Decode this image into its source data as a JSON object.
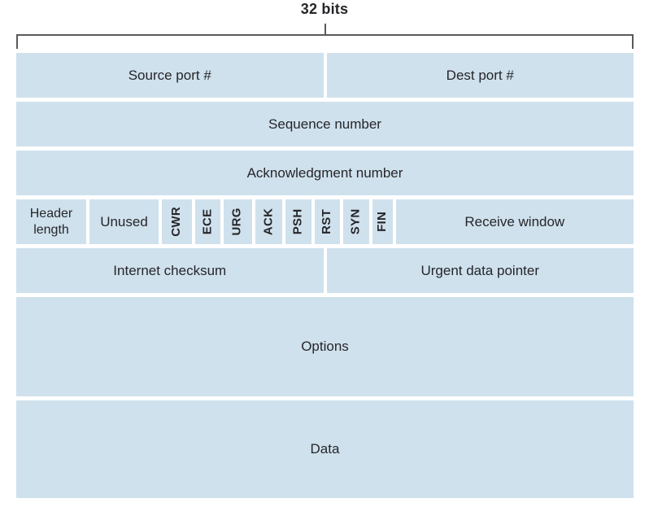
{
  "title": "32 bits",
  "colors": {
    "cell_bg": "#cfe1ed",
    "text": "#26262a",
    "bracket": "#595a5c",
    "background": "#ffffff"
  },
  "fields": {
    "source_port": "Source port #",
    "dest_port": "Dest port #",
    "sequence_number": "Sequence number",
    "ack_number": "Acknowledgment number",
    "header_length": "Header length",
    "unused": "Unused",
    "flags": [
      "CWR",
      "ECE",
      "URG",
      "ACK",
      "PSH",
      "RST",
      "SYN",
      "FIN"
    ],
    "receive_window": "Receive window",
    "checksum": "Internet checksum",
    "urgent_pointer": "Urgent data pointer",
    "options": "Options",
    "data": "Data"
  }
}
